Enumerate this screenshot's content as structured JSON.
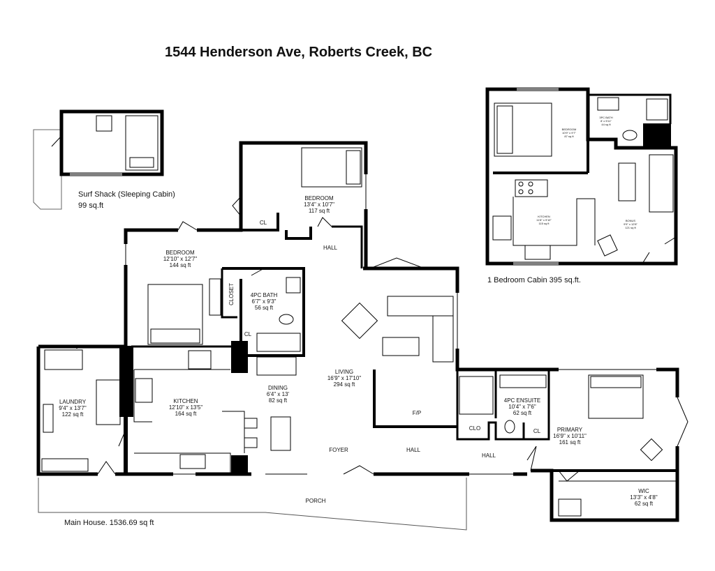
{
  "title": "1544 Henderson Ave, Roberts Creek, BC",
  "captions": {
    "surf_shack_name": "Surf Shack (Sleeping Cabin)",
    "surf_shack_area": "99 sq.ft",
    "cabin": "1 Bedroom Cabin  395 sq.ft.",
    "main_house": "Main House. 1536.69 sq ft"
  },
  "rooms": {
    "bedroom_top": {
      "name": "BEDROOM",
      "dims": "13'4\" x 10'7\"",
      "area": "117 sq ft"
    },
    "bedroom_left": {
      "name": "BEDROOM",
      "dims": "12'10\" x 12'7\"",
      "area": "144 sq ft"
    },
    "bath": {
      "name": "4PC BATH",
      "dims": "6'7\" x 9'3\"",
      "area": "56 sq ft"
    },
    "living": {
      "name": "LIVING",
      "dims": "16'9\" x 17'10\"",
      "area": "294 sq ft"
    },
    "laundry": {
      "name": "LAUNDRY",
      "dims": "9'4\" x 13'7\"",
      "area": "122 sq ft"
    },
    "kitchen": {
      "name": "KITCHEN",
      "dims": "12'10\" x 13'5\"",
      "area": "164 sq ft"
    },
    "dining": {
      "name": "DINING",
      "dims": "6'4\" x 13'",
      "area": "82 sq ft"
    },
    "ensuite": {
      "name": "4PC ENSUITE",
      "dims": "10'4\" x 7'6\"",
      "area": "62 sq ft"
    },
    "primary": {
      "name": "PRIMARY",
      "dims": "16'9\" x 10'11\"",
      "area": "161 sq ft"
    },
    "wic": {
      "name": "WIC",
      "dims": "13'3\" x 4'8\"",
      "area": "62 sq ft"
    },
    "cabin_bedroom": {
      "name": "BEDROOM",
      "dims": "10'9\" x 9'7\"",
      "area": "87 sq ft"
    },
    "cabin_bath": {
      "name": "3PC BATH",
      "dims": "8' x 5'11\"",
      "area": "44 sq ft"
    },
    "cabin_kitchen": {
      "name": "KITCHEN",
      "dims": "11'8\" x 9'10\"",
      "area": "115 sq ft"
    },
    "cabin_bonus": {
      "name": "BONUS",
      "dims": "9'9\" x 12'8\"",
      "area": "121 sq ft"
    }
  },
  "labels": {
    "cl1": "CL",
    "cl2": "CL",
    "cl3": "CL",
    "closet": "CLOSET",
    "clo": "CLO",
    "hall1": "HALL",
    "hall2": "HALL",
    "hall3": "HALL",
    "fp": "F/P",
    "foyer": "FOYER",
    "porch": "PORCH"
  }
}
